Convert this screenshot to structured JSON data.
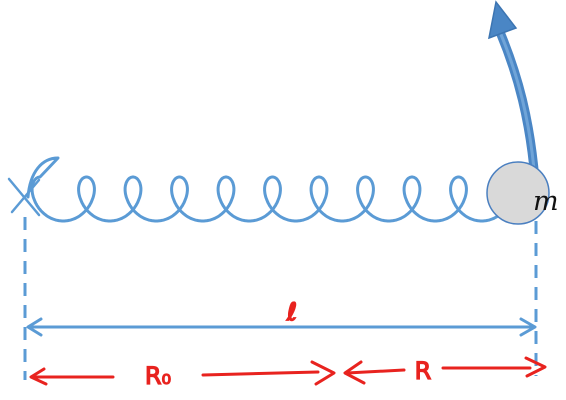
{
  "diagram": {
    "mass_label": "m",
    "total_length_label": "ℓ",
    "segment_labels": {
      "natural_length": "R₀",
      "extension": "R"
    },
    "colors": {
      "spring": "#5b9bd5",
      "mass_fill": "#d9d9d9",
      "mass_stroke": "#4a7fc0",
      "velocity_arrow": "#4a86c5",
      "dimension_line": "#5b9bd5",
      "annotation": "#e8231f"
    }
  }
}
